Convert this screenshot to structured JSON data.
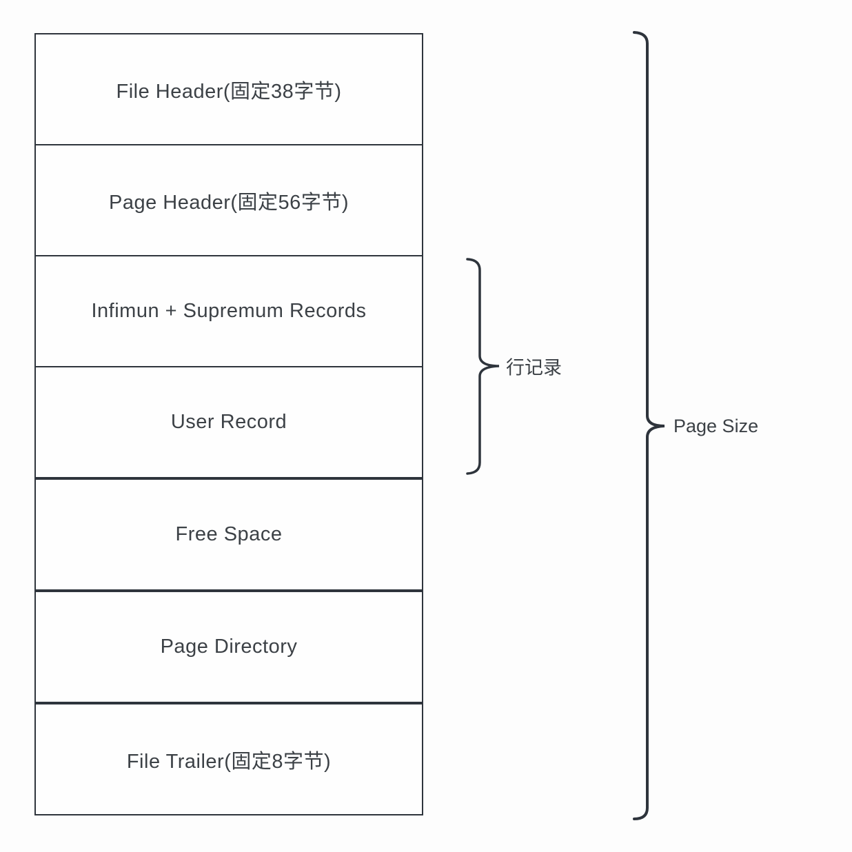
{
  "diagram": {
    "boxes": [
      {
        "label": "File Header(固定38字节)"
      },
      {
        "label": "Page Header(固定56字节)"
      },
      {
        "label": "Infimun + Supremum Records"
      },
      {
        "label": "User Record"
      },
      {
        "label": "Free Space"
      },
      {
        "label": "Page Directory"
      },
      {
        "label": "File Trailer(固定8字节)"
      }
    ],
    "braces": {
      "row_records_label": "行记录",
      "page_size_label": "Page Size"
    },
    "colors": {
      "line": "#2e343c",
      "text": "#3c4146",
      "background": "#fdfdfd"
    }
  }
}
